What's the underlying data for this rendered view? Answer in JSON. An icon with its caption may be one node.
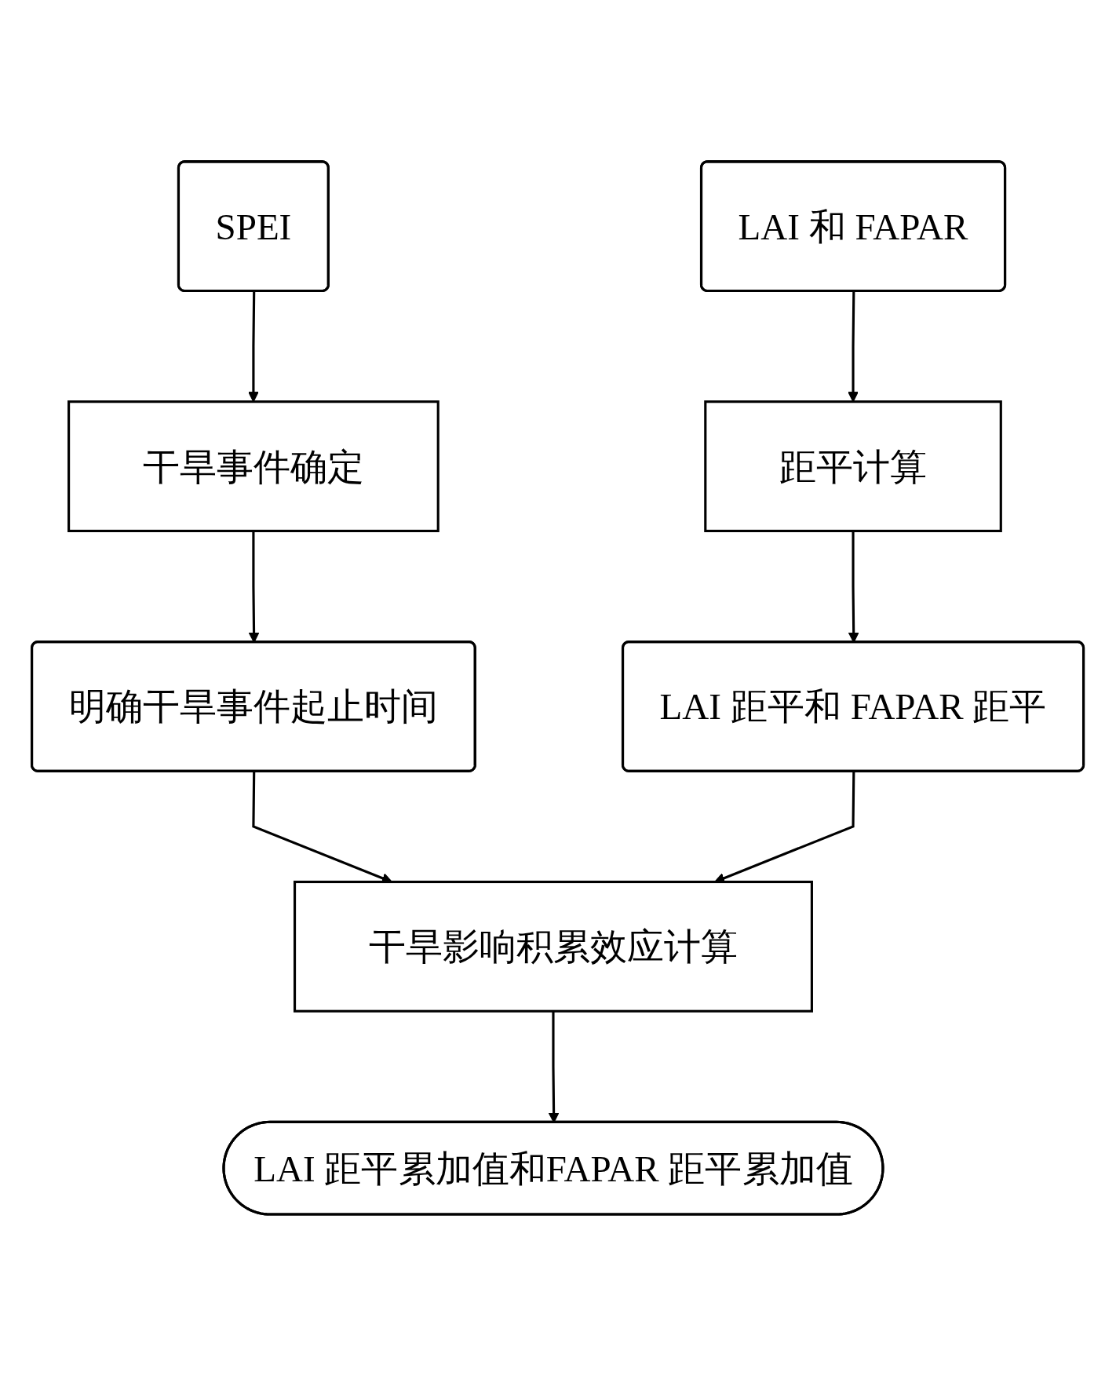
{
  "diagram": {
    "nodes": [
      {
        "text": [
          "SPEI"
        ]
      },
      {
        "text": [
          "LAI 和 FAPAR"
        ]
      },
      {
        "text": [
          "干旱事件确定"
        ]
      },
      {
        "text": [
          "距平计算"
        ]
      },
      {
        "text": [
          "明确干旱事件起止时间"
        ]
      },
      {
        "text": [
          "LAI 距平和 FAPAR 距平"
        ]
      },
      {
        "text": [
          "干旱影响积累效应计算"
        ]
      },
      {
        "text": [
          "LAI 距平累加值和FAPAR 距平累加值"
        ]
      }
    ],
    "edges": [
      {
        "from": 0,
        "to": 2,
        "arrow": "to"
      },
      {
        "from": 1,
        "to": 3,
        "arrow": "to"
      },
      {
        "from": 2,
        "to": 4,
        "arrow": "to"
      },
      {
        "from": 3,
        "to": 5,
        "arrow": "to"
      },
      {
        "from": 4,
        "to": 6,
        "arrow": "to"
      },
      {
        "from": 5,
        "to": 6,
        "arrow": "to"
      },
      {
        "from": 6,
        "to": 7,
        "arrow": "to"
      }
    ]
  }
}
